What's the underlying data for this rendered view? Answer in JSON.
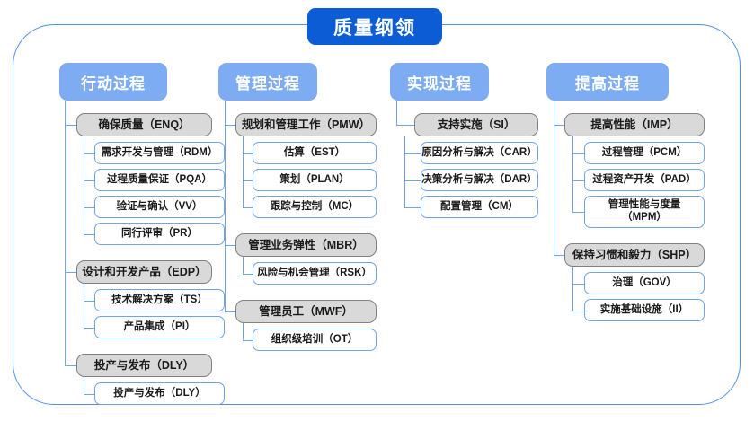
{
  "diagram": {
    "root": {
      "label": "质量纲领"
    },
    "colors": {
      "root_fill": "#0b5cd5",
      "header_fill": "#7eacf2",
      "level2_fill": "#d9d9d9",
      "level2_border": "#808080",
      "level3_border": "#6fa3ee",
      "frame_border": "#4f8fe8",
      "connector": "#6fa3ee",
      "text": "#1a1a1a"
    },
    "columns": [
      {
        "id": "action",
        "header": "行动过程",
        "groups": [
          {
            "id": "enq",
            "label": "确保质量（ENQ）",
            "items": [
              {
                "label": "需求开发与管理（RDM）"
              },
              {
                "label": "过程质量保证（PQA）"
              },
              {
                "label": "验证与确认（VV）"
              },
              {
                "label": "同行评审（PR）"
              }
            ]
          },
          {
            "id": "edp",
            "label": "设计和开发产品（EDP）",
            "items": [
              {
                "label": "技术解决方案（TS）"
              },
              {
                "label": "产品集成（PI）"
              }
            ]
          },
          {
            "id": "dly",
            "label": "投产与发布（DLY）",
            "items": [
              {
                "label": "投产与发布（DLY）"
              }
            ]
          }
        ]
      },
      {
        "id": "manage",
        "header": "管理过程",
        "groups": [
          {
            "id": "pmw",
            "label": "规划和管理工作（PMW）",
            "items": [
              {
                "label": "估算（EST）"
              },
              {
                "label": "策划（PLAN）"
              },
              {
                "label": "跟踪与控制（MC）"
              }
            ]
          },
          {
            "id": "mbr",
            "label": "管理业务弹性（MBR）",
            "items": [
              {
                "label": "风险与机会管理（RSK）"
              }
            ]
          },
          {
            "id": "mwf",
            "label": "管理员工（MWF）",
            "items": [
              {
                "label": "组织级培训（OT）"
              }
            ]
          }
        ]
      },
      {
        "id": "implement",
        "header": "实现过程",
        "groups": [
          {
            "id": "si",
            "label": "支持实施（SI）",
            "items": [
              {
                "label": "原因分析与解决（CAR）"
              },
              {
                "label": "决策分析与解决（DAR）"
              },
              {
                "label": "配置管理（CM）"
              }
            ]
          }
        ]
      },
      {
        "id": "improve",
        "header": "提高过程",
        "groups": [
          {
            "id": "imp",
            "label": "提高性能（IMP）",
            "items": [
              {
                "label": "过程管理（PCM）"
              },
              {
                "label": "过程资产开发（PAD）"
              },
              {
                "label": "管理性能与度量\n（MPM）"
              }
            ]
          },
          {
            "id": "shp",
            "label": "保持习惯和毅力（SHP）",
            "items": [
              {
                "label": "治理（GOV）"
              },
              {
                "label": "实施基础设施（II）"
              }
            ]
          }
        ]
      }
    ]
  }
}
